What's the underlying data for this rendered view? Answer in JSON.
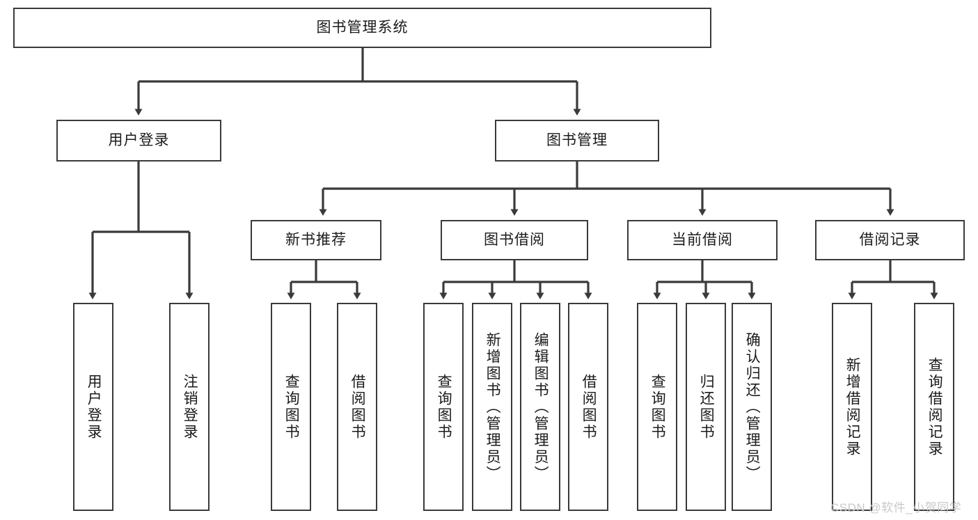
{
  "diagram": {
    "title_node": {
      "label": "图书管理系统"
    },
    "level2": [
      {
        "id": "user-login",
        "label": "用户登录"
      },
      {
        "id": "book-management",
        "label": "图书管理"
      }
    ],
    "level3": [
      {
        "id": "new-book-recommend",
        "label": "新书推荐"
      },
      {
        "id": "book-borrow",
        "label": "图书借阅"
      },
      {
        "id": "current-borrow",
        "label": "当前借阅"
      },
      {
        "id": "borrow-record",
        "label": "借阅记录"
      }
    ],
    "leaves": {
      "user_login": [
        {
          "id": "leaf-user-login",
          "label": "用户登录"
        },
        {
          "id": "leaf-logout-login",
          "label": "注销登录"
        }
      ],
      "new_book_recommend": [
        {
          "id": "leaf-query-book-1",
          "label": "查询图书"
        },
        {
          "id": "leaf-borrow-book-1",
          "label": "借阅图书"
        }
      ],
      "book_borrow": [
        {
          "id": "leaf-query-book-2",
          "label": "查询图书"
        },
        {
          "id": "leaf-add-book",
          "label": "新增图书（管理员）"
        },
        {
          "id": "leaf-edit-book",
          "label": "编辑图书（管理员）"
        },
        {
          "id": "leaf-borrow-book-2",
          "label": "借阅图书"
        }
      ],
      "current_borrow": [
        {
          "id": "leaf-query-book-3",
          "label": "查询图书"
        },
        {
          "id": "leaf-return-book",
          "label": "归还图书"
        },
        {
          "id": "leaf-confirm-return",
          "label": "确认归还（管理员）"
        }
      ],
      "borrow_record": [
        {
          "id": "leaf-add-record",
          "label": "新增借阅记录"
        },
        {
          "id": "leaf-query-record",
          "label": "查询借阅记录"
        }
      ]
    },
    "watermark": {
      "text": "CSDN @软件_小贺同学"
    },
    "colors": {
      "border": "#3a3a3a",
      "text": "#1b1b1b",
      "background": "#ffffff",
      "watermark": "#c9c9c9"
    }
  }
}
